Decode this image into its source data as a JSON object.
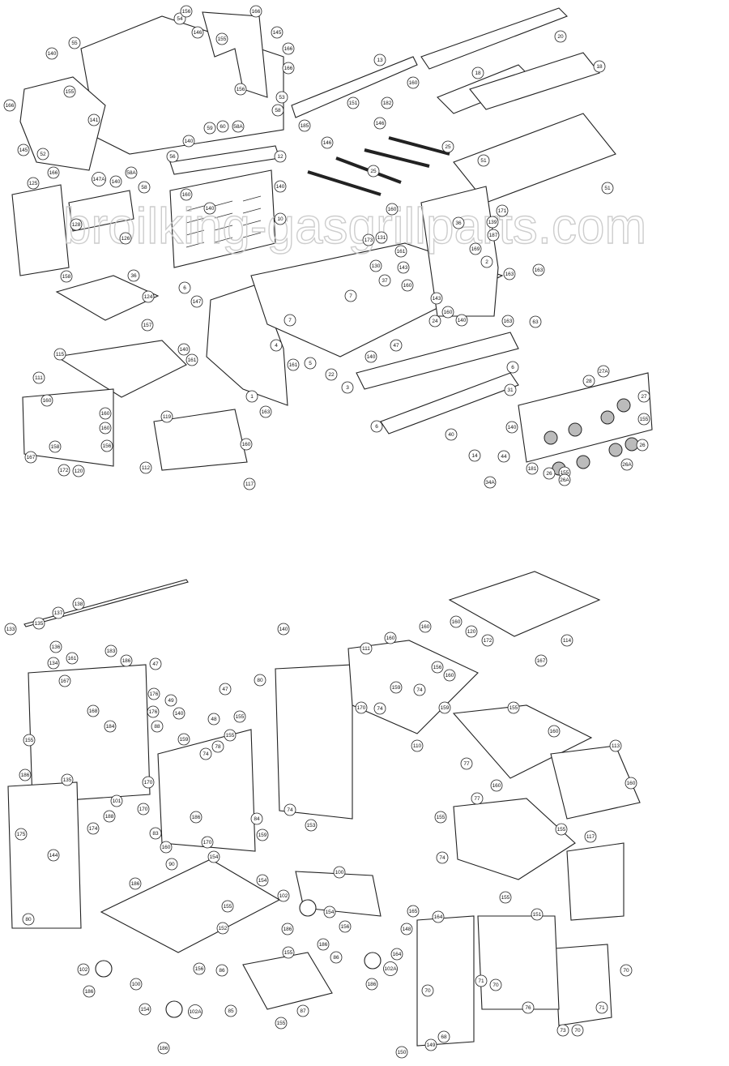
{
  "watermark": "broilking-gasgrillparts.com",
  "callouts": [
    "166",
    "55",
    "140",
    "54",
    "156",
    "166",
    "146",
    "145",
    "155",
    "166",
    "166",
    "155",
    "52",
    "141",
    "145",
    "166",
    "147A",
    "140",
    "58A",
    "58",
    "59",
    "60",
    "140",
    "56",
    "12",
    "160",
    "140",
    "140",
    "10",
    "156",
    "53",
    "58",
    "58A",
    "13",
    "160",
    "182",
    "151",
    "185",
    "146",
    "146",
    "25",
    "25",
    "20",
    "18",
    "18",
    "51",
    "51",
    "125",
    "128",
    "126",
    "36",
    "158",
    "124",
    "157",
    "6",
    "147",
    "7",
    "7",
    "173",
    "131",
    "130",
    "37",
    "160",
    "36",
    "171",
    "139",
    "187",
    "169",
    "161",
    "143",
    "2",
    "163",
    "163",
    "160",
    "143",
    "160",
    "140",
    "163",
    "63",
    "24",
    "47",
    "140",
    "3",
    "22",
    "5",
    "4",
    "6",
    "6",
    "140",
    "161",
    "161",
    "1",
    "163",
    "115",
    "111",
    "160",
    "119",
    "160",
    "160",
    "156",
    "167",
    "158",
    "172",
    "120",
    "112",
    "160",
    "117",
    "31",
    "28",
    "27A",
    "27",
    "155",
    "140",
    "26",
    "26A",
    "155",
    "26A",
    "26",
    "181",
    "44",
    "14",
    "40",
    "34A",
    "140",
    "138",
    "137",
    "133",
    "135",
    "136",
    "134",
    "161",
    "183",
    "186",
    "167",
    "176",
    "168",
    "184",
    "176",
    "88",
    "155",
    "135",
    "186",
    "101",
    "174",
    "188",
    "175",
    "144",
    "80",
    "47",
    "49",
    "47",
    "140",
    "48",
    "80",
    "155",
    "155",
    "159",
    "74",
    "78",
    "170",
    "170",
    "186",
    "84",
    "74",
    "153",
    "159",
    "83",
    "160",
    "170",
    "154",
    "90",
    "154",
    "186",
    "155",
    "152",
    "156",
    "102",
    "100",
    "186",
    "154",
    "102A",
    "186",
    "86",
    "85",
    "87",
    "155",
    "155",
    "186",
    "86",
    "100",
    "102",
    "154",
    "156",
    "186",
    "164",
    "186",
    "102A",
    "111",
    "160",
    "160",
    "160",
    "120",
    "172",
    "156",
    "160",
    "159",
    "74",
    "74",
    "170",
    "159",
    "110",
    "114",
    "167",
    "155",
    "160",
    "77",
    "160",
    "113",
    "160",
    "117",
    "77",
    "155",
    "155",
    "74",
    "155",
    "165",
    "164",
    "148",
    "151",
    "70",
    "70",
    "71",
    "70",
    "76",
    "71",
    "73",
    "70",
    "68",
    "149",
    "150"
  ]
}
